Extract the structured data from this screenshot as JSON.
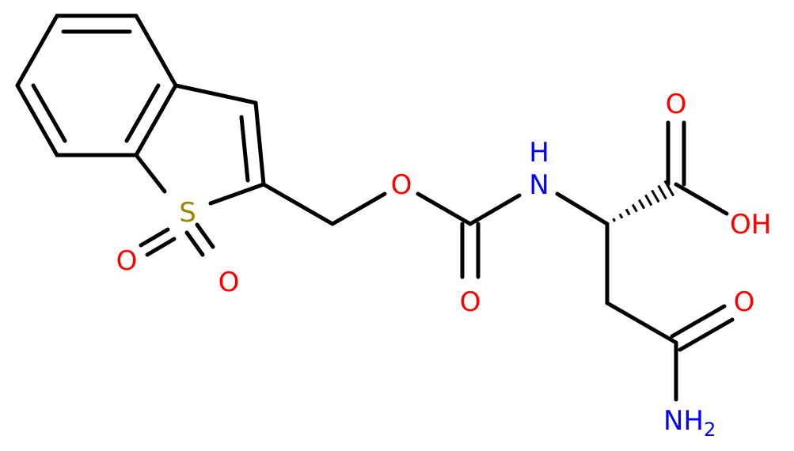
{
  "molecule": {
    "atoms": {
      "sulfur": {
        "label": "S"
      },
      "sulfone_oxygen_1": {
        "label": "O"
      },
      "sulfone_oxygen_2": {
        "label": "O"
      },
      "ester_oxygen": {
        "label": "O"
      },
      "carbamate_carbonyl_oxygen": {
        "label": "O"
      },
      "amine_nitrogen": {
        "label": "N",
        "h_label": "H"
      },
      "acid_carbonyl_oxygen": {
        "label": "O"
      },
      "acid_hydroxyl": {
        "label": "OH"
      },
      "amide_oxygen": {
        "label": "O"
      },
      "amide_nitrogen": {
        "label": "NH",
        "subscript": "2"
      }
    }
  },
  "colors": {
    "bond": "#000000",
    "oxygen": "#ff0000",
    "nitrogen": "#0000ff",
    "sulfur": "#998800"
  }
}
